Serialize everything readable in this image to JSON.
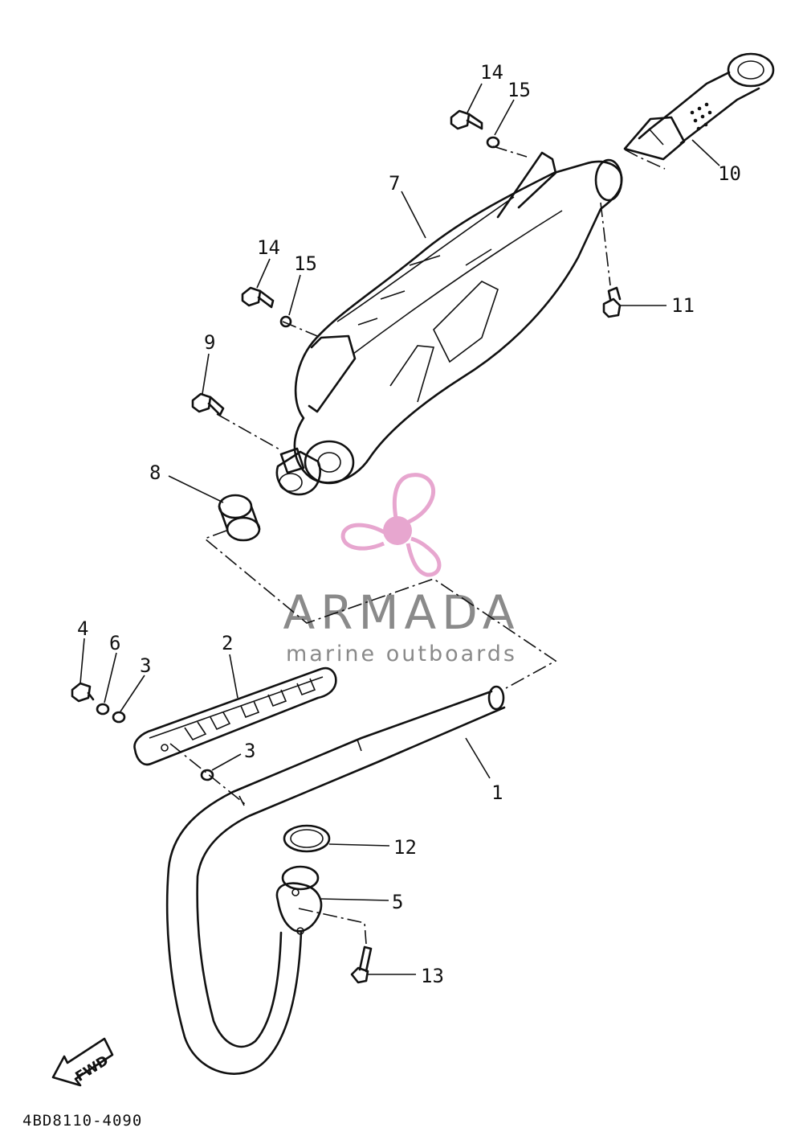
{
  "diagram": {
    "reference_code": "4BD8110-4090",
    "direction_label": "FWD",
    "watermark": {
      "brand": "ARMADA",
      "tagline": "marine outboards",
      "accent_color": "#e7a6cf",
      "text_color": "#8a8a8a"
    },
    "callouts": [
      {
        "id": "c14a",
        "label": "14"
      },
      {
        "id": "c15a",
        "label": "15"
      },
      {
        "id": "c10",
        "label": "10"
      },
      {
        "id": "c7",
        "label": "7"
      },
      {
        "id": "c14b",
        "label": "14"
      },
      {
        "id": "c15b",
        "label": "15"
      },
      {
        "id": "c11",
        "label": "11"
      },
      {
        "id": "c9",
        "label": "9"
      },
      {
        "id": "c8",
        "label": "8"
      },
      {
        "id": "c4",
        "label": "4"
      },
      {
        "id": "c6",
        "label": "6"
      },
      {
        "id": "c3a",
        "label": "3"
      },
      {
        "id": "c2",
        "label": "2"
      },
      {
        "id": "c3b",
        "label": "3"
      },
      {
        "id": "c1",
        "label": "1"
      },
      {
        "id": "c12",
        "label": "12"
      },
      {
        "id": "c5",
        "label": "5"
      },
      {
        "id": "c13",
        "label": "13"
      }
    ]
  }
}
